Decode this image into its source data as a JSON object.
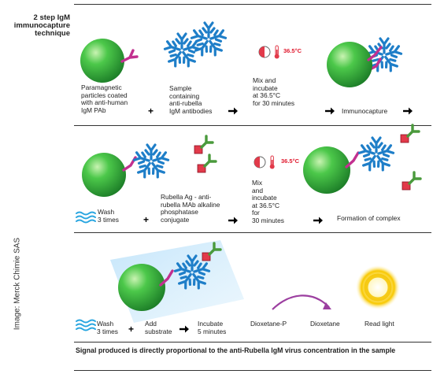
{
  "title": "2 step IgM\nimmunocapture\ntechnique",
  "credit": "Image: Merck Chimie SAS",
  "row1": {
    "step1": "Paramagnetic\nparticles coated\nwith anti-human\nIgM PAb",
    "plus": "+",
    "step2": "Sample\ncontaining\nanti-rubella\nIgM antibodies",
    "step3": "Mix and\nincubate\nat 36.5°C\nfor 30 minutes",
    "temperature": "36.5°C",
    "step4": "Immunocapture"
  },
  "row2": {
    "wash": "Wash\n3 times",
    "plus": "+",
    "step2": "Rubella Ag - anti-\nrubella MAb alkaline\nphosphatase\nconjugate",
    "step3": "Mix\nand\nincubate\nat 36.5°C\nfor\n30 minutes",
    "temperature": "36.5°C",
    "step4": "Formation of complex"
  },
  "row3": {
    "wash": "Wash\n3 times",
    "plus": "+",
    "add": "Add\nsubstrate",
    "incubate": "Incubate\n5 minutes",
    "substrate": "Dioxetane-P",
    "product": "Dioxetane",
    "light": "Read light"
  },
  "footer": "Signal produced is directly proportional to the anti-Rubella IgM virus concentration in the sample",
  "colors": {
    "bead": "#2faa3c",
    "antibody": "#1e7ec8",
    "anti_igm": "#c2308f",
    "antigen": "#e23a4a",
    "conjugate": "#4a9a3c",
    "wash": "#2aa6e0",
    "arrow_curve": "#9c3fa0",
    "glow": "#f5c400"
  }
}
